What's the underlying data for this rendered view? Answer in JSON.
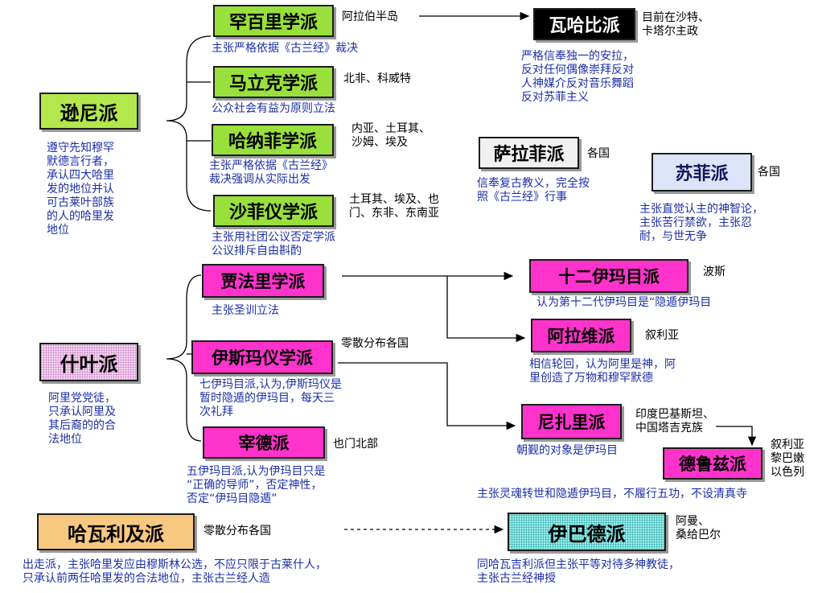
{
  "sects": {
    "sunni": {
      "label": "逊尼派",
      "desc": "遵守先知穆罕\n默德言行者，\n承认四大哈里\n发的地位并认\n可古莱叶部族\n的人的哈里发\n地位"
    },
    "shia": {
      "label": "什叶派",
      "desc": "阿里党党徒，\n只承认阿里及\n其后裔的的合\n法地位"
    },
    "kharijite": {
      "label": "哈瓦利及派",
      "note": "零散分布各国",
      "desc": "出走派，主张哈里发应由穆斯林公选，不应只限于古莱什人，\n只承认前两任哈里发的合法地位，主张古兰经人造"
    }
  },
  "schools": {
    "hanbali": {
      "label": "罕百里学派",
      "region": "阿拉伯半岛",
      "desc": "主张严格依据《古兰经》裁决"
    },
    "maliki": {
      "label": "马立克学派",
      "region": "北非、科威特",
      "desc": "公众社会有益为原则立法"
    },
    "hanafi": {
      "label": "哈纳菲学派",
      "region": "内亚、土耳其、\n沙姆、埃及",
      "desc": "主张严格依据《古兰经》\n裁决强调从实际出发"
    },
    "shafii": {
      "label": "沙菲仪学派",
      "region": "土耳其、埃及、也\n门、东非、东南亚",
      "desc": "主张用社团公议否定学派\n公议排斥自由斟酌"
    },
    "jafari": {
      "label": "贾法里学派",
      "desc": "主张圣训立法"
    },
    "ismaili": {
      "label": "伊斯玛仪学派",
      "region": "零散分布各国",
      "desc": "七伊玛目派,认为,伊斯玛仪是\n暂时隐遁的伊玛目，每天三\n次礼拜"
    },
    "zaydi": {
      "label": "宰德派",
      "region": "也门北部",
      "desc": "五伊玛目派,认为伊玛目只是\n“正确的导师”，否定神性，\n否定“伊玛目隐遁”"
    }
  },
  "branches": {
    "wahhabi": {
      "label": "瓦哈比派",
      "region": "目前在沙特、\n卡塔尔主政",
      "desc": "严格信奉独一的安拉，\n反对任何偶像崇拜反对\n人神媒介反对音乐舞蹈\n反对苏菲主义"
    },
    "salafi": {
      "label": "萨拉菲派",
      "region": "各国",
      "desc": "信奉复古教义，完全按\n照《古兰经》行事"
    },
    "sufi": {
      "label": "苏菲派",
      "region": "各国",
      "desc": "主张直觉认主的神智论，\n主张苦行禁欲，主张忍\n耐，与世无争"
    },
    "twelver": {
      "label": "十二伊玛目派",
      "region": "波斯",
      "desc": "认为第十二代伊玛目是“隐遁伊玛目"
    },
    "alawite": {
      "label": "阿拉维派",
      "region": "叙利亚",
      "desc": "相信轮回，认为阿里是神，阿\n里创造了万物和穆罕默德"
    },
    "nizari": {
      "label": "尼扎里派",
      "region": "印度巴基斯坦、\n中国塔吉克族",
      "desc": "朝觐的对象是伊玛目"
    },
    "druze": {
      "label": "德鲁兹派",
      "region": "叙利亚\n黎巴嫩\n以色列",
      "desc": "主张灵魂转世和隐遁伊玛目，不履行五功，不设清真寺"
    },
    "ibadi": {
      "label": "伊巴德派",
      "region": "阿曼、\n桑给巴尔",
      "desc": "同哈瓦吉利派但主张平等对待多神教徒，\n主张古兰经神授"
    }
  }
}
